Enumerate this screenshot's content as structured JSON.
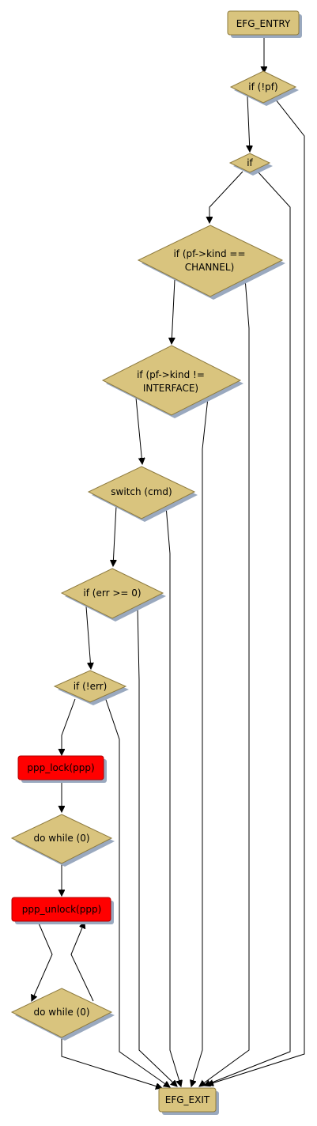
{
  "colors": {
    "decision_fill": "#d9c47e",
    "decision_stroke": "#8e7b3f",
    "block_fill": "#d9c47e",
    "block_stroke": "#8e7b3f",
    "lock_fill": "#ff0000",
    "lock_stroke": "#b00000",
    "shadow": "#9aa9bf",
    "edge": "#000000"
  },
  "nodes": {
    "efg_entry": {
      "label": "EFG_ENTRY"
    },
    "if_not_pf": {
      "label": "if (!pf)"
    },
    "if_plain": {
      "label": "if"
    },
    "if_kind_channel": {
      "line1": "if (pf->kind ==",
      "line2": "CHANNEL)"
    },
    "if_kind_interface": {
      "line1": "if (pf->kind !=",
      "line2": "INTERFACE)"
    },
    "switch_cmd": {
      "label": "switch (cmd)"
    },
    "if_err_ge0": {
      "label": "if (err >= 0)"
    },
    "if_not_err": {
      "label": "if (!err)"
    },
    "ppp_lock": {
      "label": "ppp_lock(ppp)"
    },
    "do_while_1": {
      "label": "do while (0)"
    },
    "ppp_unlock": {
      "label": "ppp_unlock(ppp)"
    },
    "do_while_2": {
      "label": "do while (0)"
    },
    "efg_exit": {
      "label": "EFG_EXIT"
    }
  }
}
